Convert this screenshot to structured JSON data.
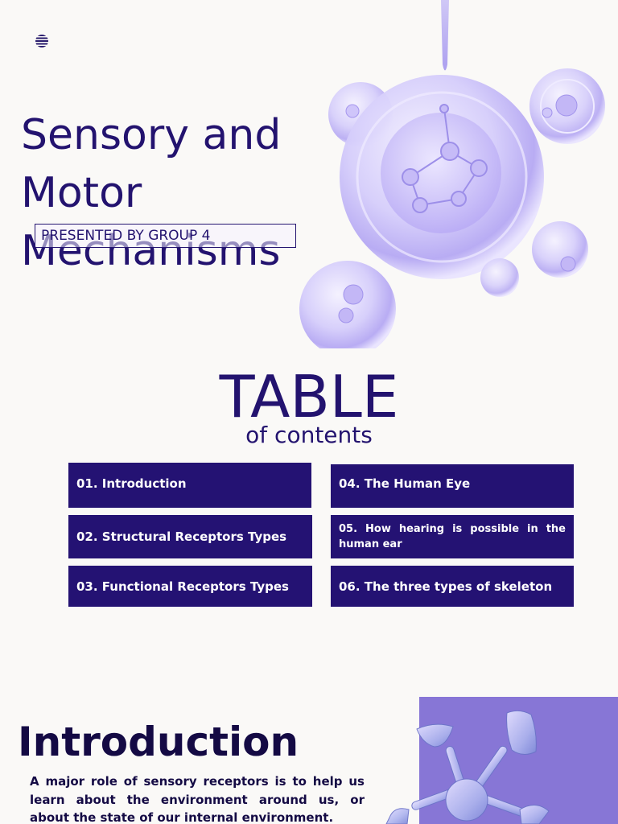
{
  "title_slide": {
    "title": "Sensory and Motor Mechanisms",
    "presented_by": "PRESENTED BY GROUP 4",
    "logo_icon": "striped-circle-icon",
    "art": "molecule-bubbles-illustration"
  },
  "toc": {
    "title": "TABLE",
    "subtitle": "of contents",
    "items": [
      {
        "label": "01. Introduction"
      },
      {
        "label": "02. Structural Receptors Types"
      },
      {
        "label": "03. Functional Receptors Types"
      },
      {
        "label": "04. The Human Eye"
      },
      {
        "label": "05. How hearing is possible in the human ear"
      },
      {
        "label": "06. The three types of skeleton"
      }
    ]
  },
  "intro": {
    "title": "Introduction",
    "body": "A major role of sensory receptors is to help us learn about the environment around us, or about the state of our internal environment.",
    "art": "molecule-model-illustration"
  },
  "colors": {
    "primary": "#23136f",
    "toc_box": "#241273",
    "dark_text": "#140a44",
    "accent_panel": "#8776d6",
    "background": "#faf9f7"
  }
}
